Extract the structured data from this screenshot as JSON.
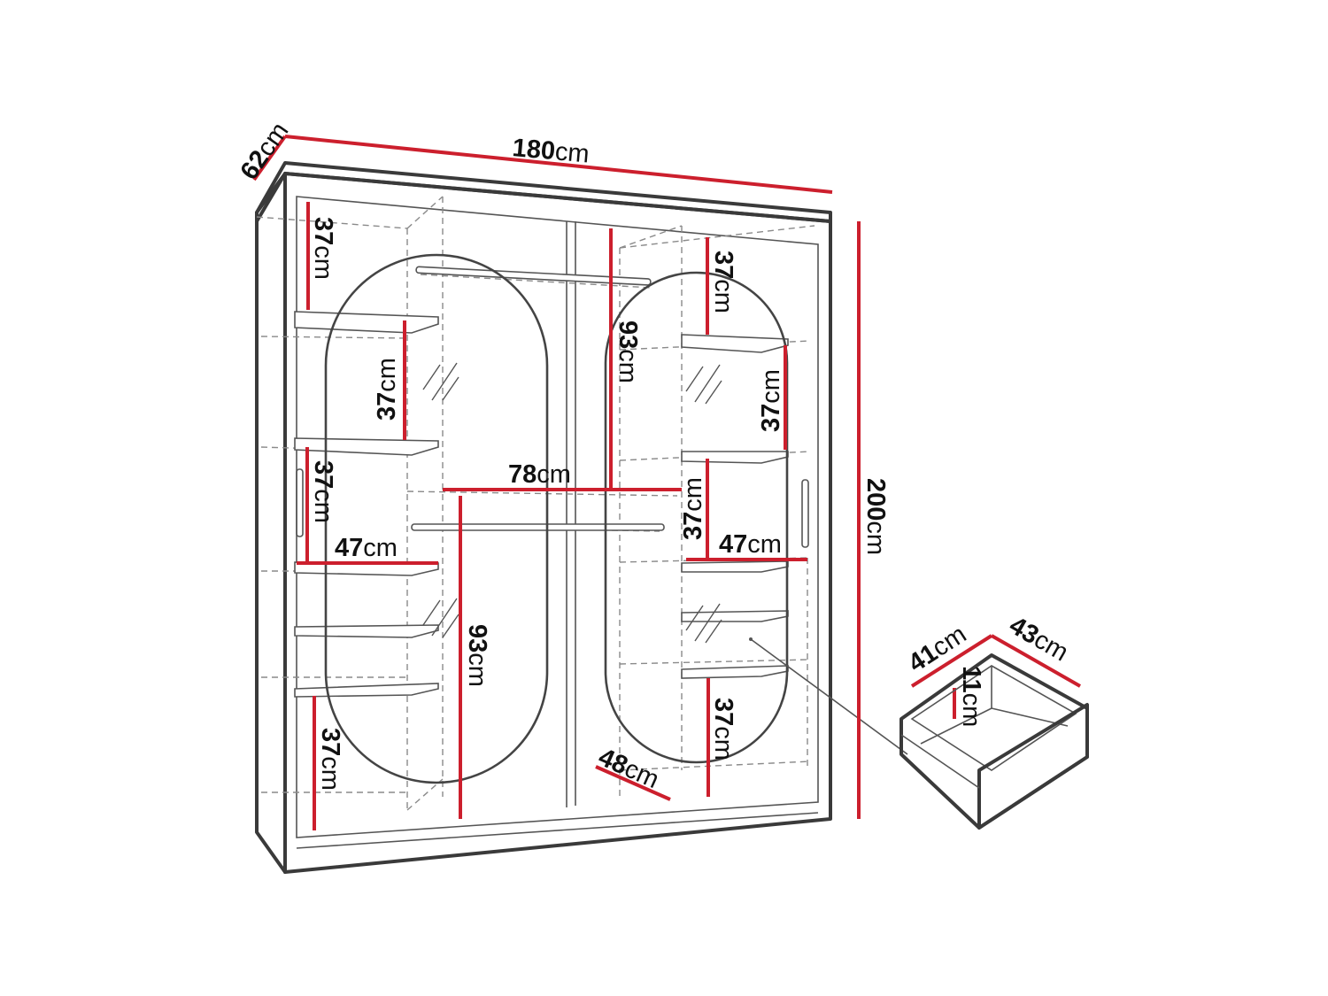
{
  "colors": {
    "dimension_line": "#cc1f2d",
    "outline": "#3a3a3a",
    "dashed": "#8a8a8a",
    "background": "#ffffff"
  },
  "unit": "cm",
  "wardrobe": {
    "width": "180",
    "depth": "62",
    "height": "200"
  },
  "left_section": {
    "shelf_gaps": [
      "37",
      "37",
      "37",
      "37"
    ],
    "shelf_width": "47",
    "mirror_height": "93"
  },
  "middle_section": {
    "rail_width": "78",
    "upper_height": "93",
    "door_depth": "48"
  },
  "right_section": {
    "shelf_gaps": [
      "37",
      "37",
      "37",
      "37"
    ],
    "shelf_width": "47"
  },
  "drawer": {
    "width": "41",
    "depth": "43",
    "height": "11"
  }
}
